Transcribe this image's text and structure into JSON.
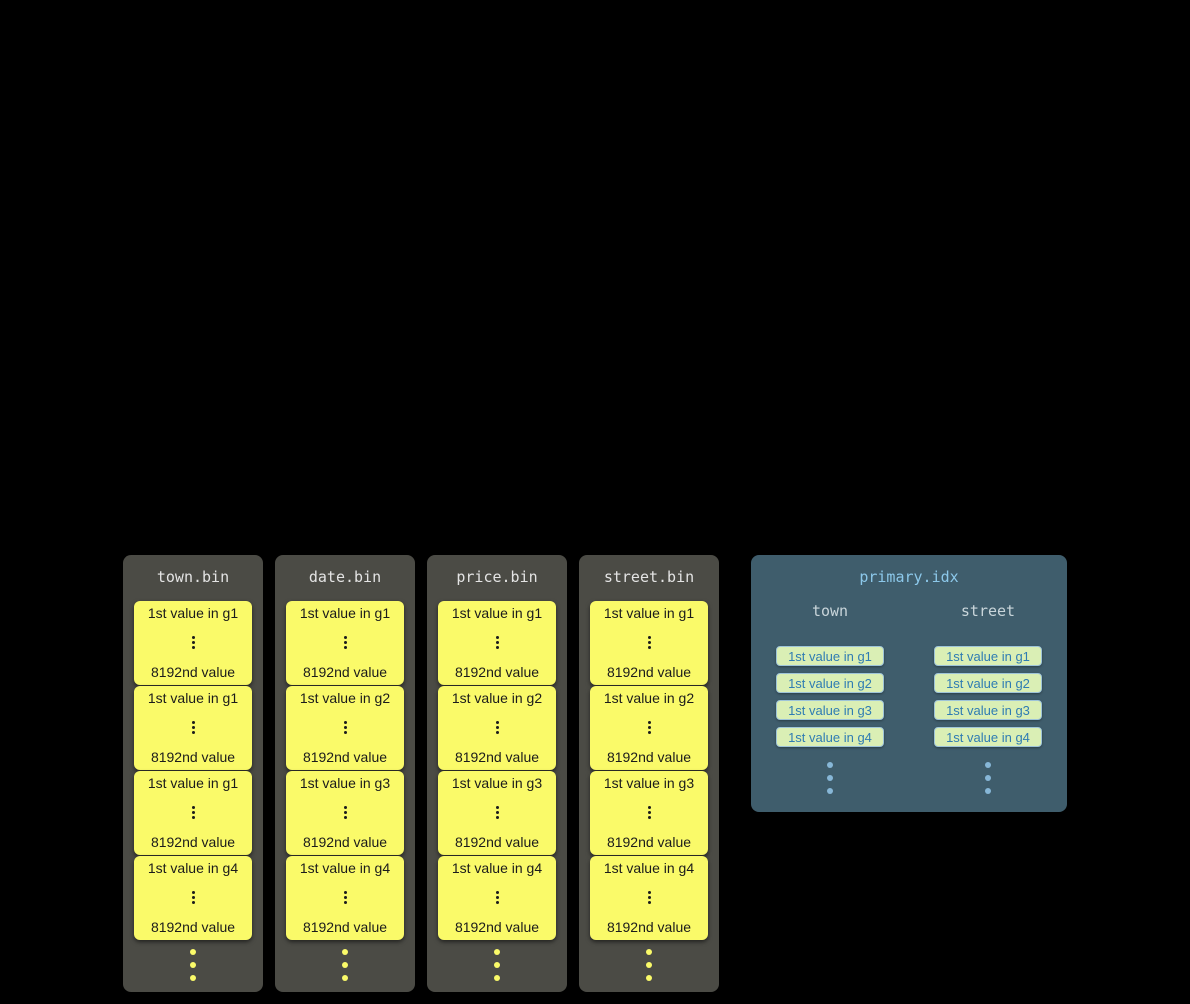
{
  "colors": {
    "background": "#000000",
    "bin_panel_bg": "#4b4b45",
    "bin_header_text": "#e4e4e4",
    "granule_bg": "#fafa69",
    "granule_text": "#1b1b1b",
    "idx_panel_bg": "#3f5d6c",
    "idx_title_text": "#8cc8ea",
    "idx_header_text": "#c9d5da",
    "idx_entry_bg": "#daefb5",
    "idx_entry_border": "#9ec4d8",
    "idx_entry_text": "#2f7cb3",
    "idx_dot": "#87b7d7"
  },
  "bin_files": [
    {
      "filename": "town.bin",
      "granules": [
        {
          "first": "1st value in g1",
          "last": "8192nd value"
        },
        {
          "first": "1st value in g1",
          "last": "8192nd value"
        },
        {
          "first": "1st value in g1",
          "last": "8192nd value"
        },
        {
          "first": "1st value in g4",
          "last": "8192nd value"
        }
      ]
    },
    {
      "filename": "date.bin",
      "granules": [
        {
          "first": "1st value in g1",
          "last": "8192nd value"
        },
        {
          "first": "1st value in g2",
          "last": "8192nd value"
        },
        {
          "first": "1st value in g3",
          "last": "8192nd value"
        },
        {
          "first": "1st value in g4",
          "last": "8192nd value"
        }
      ]
    },
    {
      "filename": "price.bin",
      "granules": [
        {
          "first": "1st value in g1",
          "last": "8192nd value"
        },
        {
          "first": "1st value in g2",
          "last": "8192nd value"
        },
        {
          "first": "1st value in g3",
          "last": "8192nd value"
        },
        {
          "first": "1st value in g4",
          "last": "8192nd value"
        }
      ]
    },
    {
      "filename": "street.bin",
      "granules": [
        {
          "first": "1st value in g1",
          "last": "8192nd value"
        },
        {
          "first": "1st value in g2",
          "last": "8192nd value"
        },
        {
          "first": "1st value in g3",
          "last": "8192nd value"
        },
        {
          "first": "1st value in g4",
          "last": "8192nd value"
        }
      ]
    }
  ],
  "primary_index": {
    "title": "primary.idx",
    "columns": [
      {
        "header": "town",
        "entries": [
          "1st value in g1",
          "1st value in g2",
          "1st value in g3",
          "1st value in g4"
        ]
      },
      {
        "header": "street",
        "entries": [
          "1st value in g1",
          "1st value in g2",
          "1st value in g3",
          "1st value in g4"
        ]
      }
    ]
  }
}
